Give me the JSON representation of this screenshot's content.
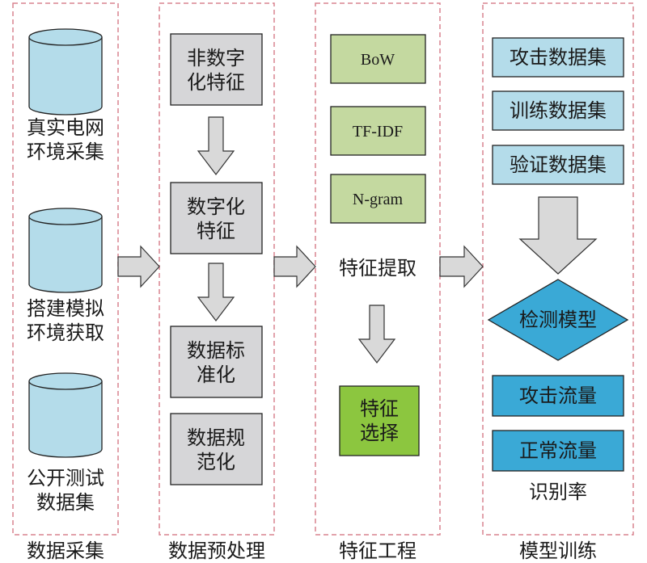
{
  "colors": {
    "dashed_border": "#d9838f",
    "cylinder_fill": "#b4dcea",
    "gray_box": "#d6d6d8",
    "arrow_fill": "#d9d9d9",
    "green_box": "#c4d9a0",
    "bright_green": "#8cc63f",
    "light_blue_box": "#b4dcea",
    "diamond_fill": "#3aa9d6",
    "blue_box": "#3aa9d6"
  },
  "columns": {
    "collection": {
      "title": "数据采集",
      "sources": [
        {
          "line1": "真实电网",
          "line2": "环境采集"
        },
        {
          "line1": "搭建模拟",
          "line2": "环境获取"
        },
        {
          "line1": "公开测试",
          "line2": "数据集"
        }
      ]
    },
    "preprocessing": {
      "title": "数据预处理",
      "steps": [
        {
          "line1": "非数字",
          "line2": "化特征"
        },
        {
          "line1": "数字化",
          "line2": "特征"
        },
        {
          "line1": "数据标",
          "line2": "准化"
        },
        {
          "line1": "数据规",
          "line2": "范化"
        }
      ]
    },
    "feature_engineering": {
      "title": "特征工程",
      "methods": [
        "BoW",
        "TF-IDF",
        "N-gram"
      ],
      "extraction_label": "特征提取",
      "selection": {
        "line1": "特征",
        "line2": "选择"
      }
    },
    "training": {
      "title": "模型训练",
      "datasets": [
        "攻击数据集",
        "训练数据集",
        "验证数据集"
      ],
      "model": "检测模型",
      "outputs": [
        "攻击流量",
        "正常流量"
      ],
      "result_label": "识别率"
    }
  }
}
